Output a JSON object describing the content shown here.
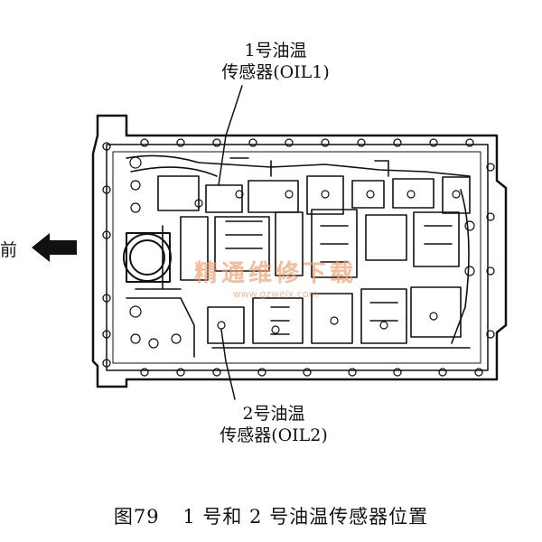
{
  "labels": {
    "oil1_line1": "1号油温",
    "oil1_line2": "传感器(OIL1)",
    "oil2_line1": "2号油温",
    "oil2_line2": "传感器(OIL2)",
    "front": "前"
  },
  "caption": {
    "figure": "图79",
    "text": "1 号和 2 号油温传感器位置"
  },
  "watermark": {
    "text": "精通维修下载",
    "url": "www.gzweix.com",
    "color": "#f0a070"
  }
}
